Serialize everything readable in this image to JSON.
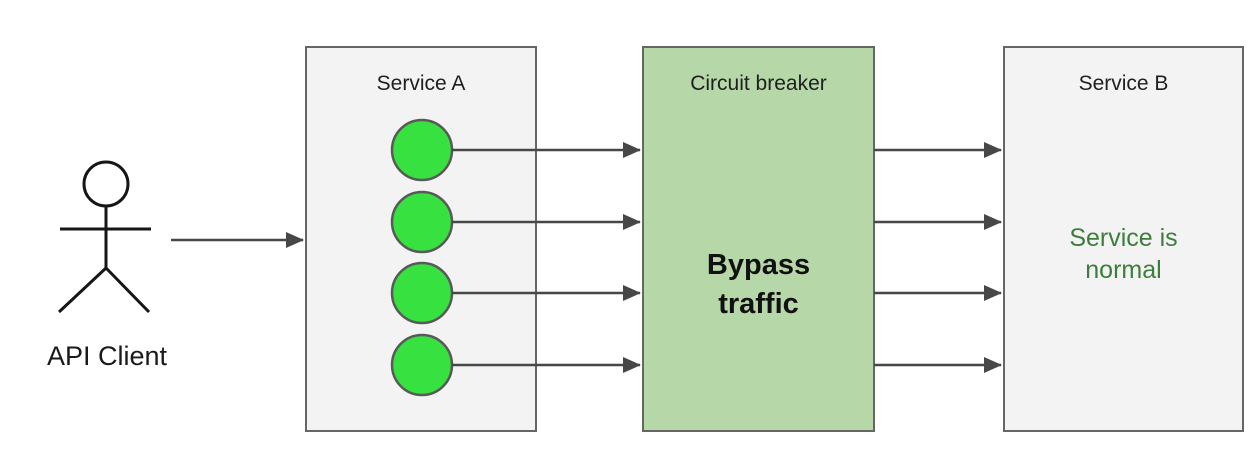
{
  "actor": {
    "label": "API Client"
  },
  "service_a": {
    "title": "Service A",
    "instance_count": 4
  },
  "circuit_breaker": {
    "title": "Circuit breaker",
    "body_lines": [
      "Bypass",
      "traffic"
    ]
  },
  "service_b": {
    "title": "Service B",
    "status_lines": [
      "Service is",
      "normal"
    ]
  },
  "colors": {
    "box_fill": "#f3f3f3",
    "box_border": "#666666",
    "breaker_fill": "#b6d7a8",
    "instance_fill": "#36e140",
    "instance_border": "#595959",
    "arrow": "#474747",
    "status_text": "#3e7d3b",
    "title_text": "#1f1f1f"
  }
}
